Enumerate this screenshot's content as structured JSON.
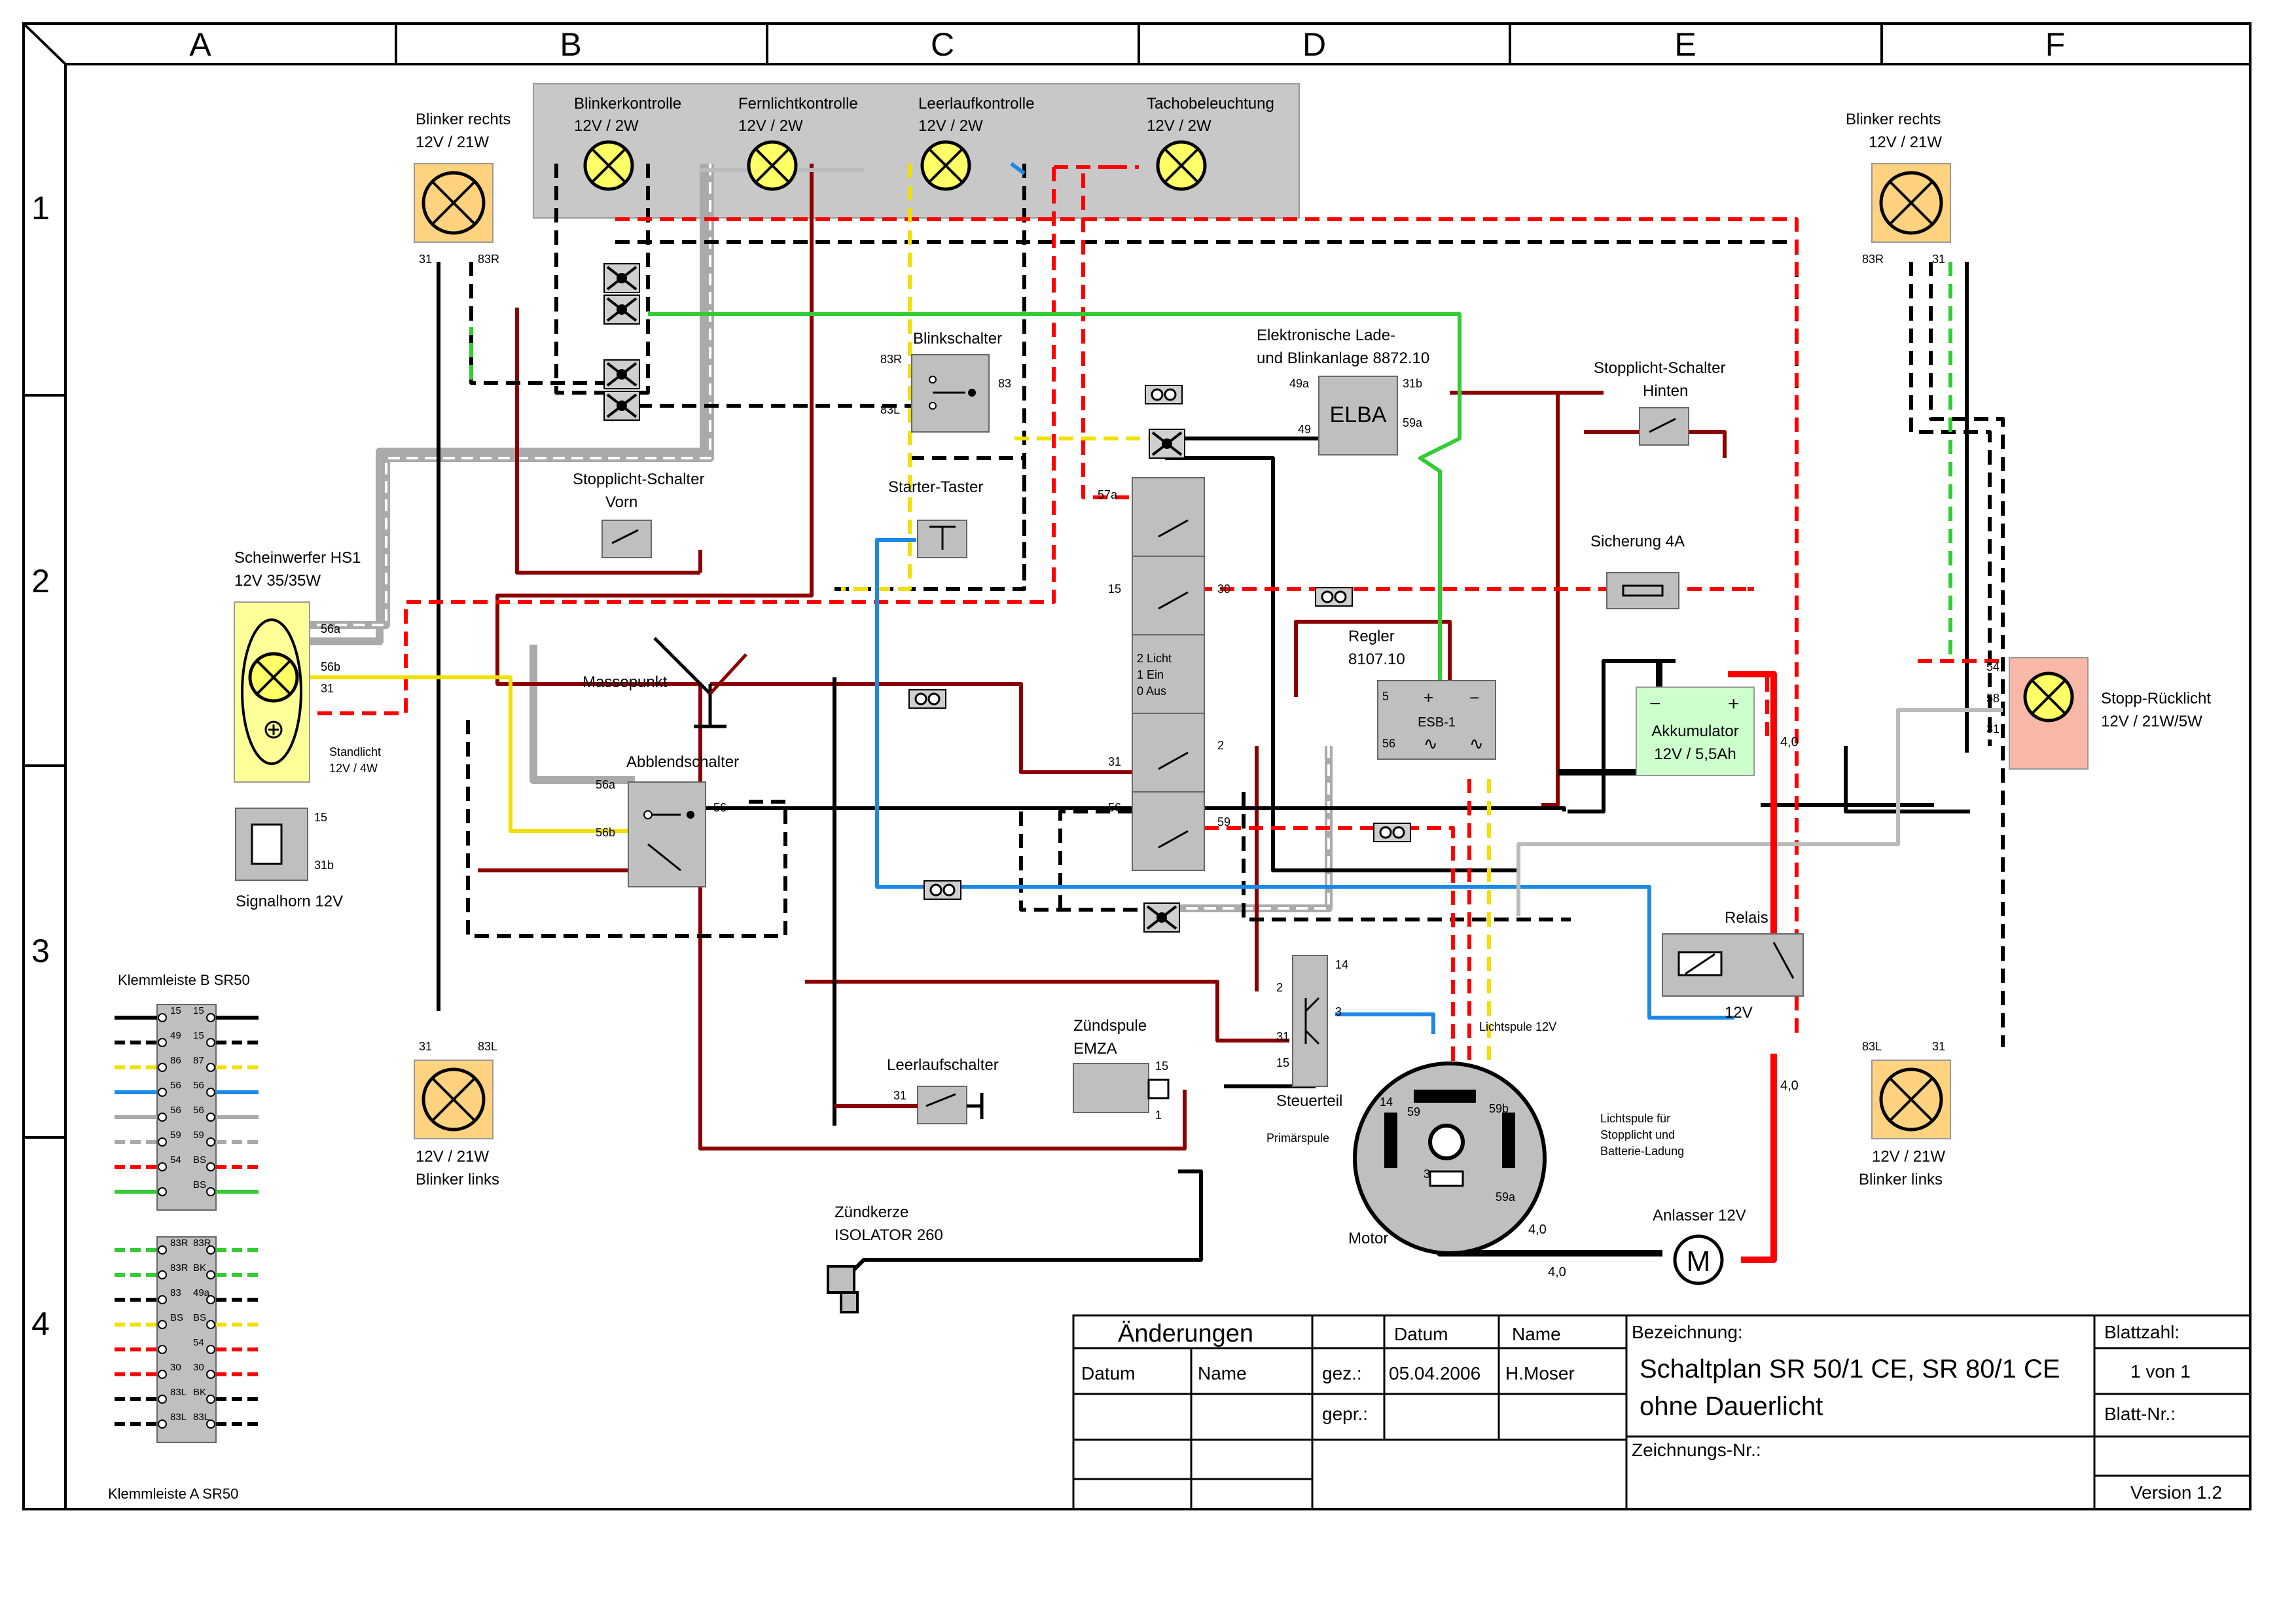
{
  "grid": {
    "columns": [
      "A",
      "B",
      "C",
      "D",
      "E",
      "F"
    ],
    "rows": [
      "1",
      "2",
      "3",
      "4"
    ]
  },
  "top_panel": {
    "blinkerkontrolle": {
      "label": "Blinkerkontrolle",
      "rating": "12V / 2W"
    },
    "fernlichtkontrolle": {
      "label": "Fernlichtkontrolle",
      "rating": "12V / 2W"
    },
    "leerlaufkontrolle": {
      "label": "Leerlaufkontrolle",
      "rating": "12V / 2W"
    },
    "tachobeleuchtung": {
      "label": "Tachobeleuchtung",
      "rating": "12V / 2W"
    }
  },
  "components": {
    "blinker_rechts_left": {
      "label": "Blinker rechts",
      "rating": "12V / 21W",
      "pin_a": "31",
      "pin_b": "83R"
    },
    "blinker_rechts_right": {
      "label": "Blinker rechts",
      "rating": "12V / 21W",
      "pin_a": "83R",
      "pin_b": "31"
    },
    "blinker_links_left": {
      "label": "Blinker links",
      "rating": "12V / 21W",
      "pin_a": "31",
      "pin_b": "83L"
    },
    "blinker_links_right": {
      "label": "Blinker links",
      "rating": "12V / 21W",
      "pin_a": "83L",
      "pin_b": "31"
    },
    "blinkschalter": {
      "label": "Blinkschalter",
      "pin_83r": "83R",
      "pin_83l": "83L",
      "pin_83": "83"
    },
    "elba": {
      "label_1": "Elektronische Lade-",
      "label_2": "und Blinkanlage 8872.10",
      "name": "ELBA",
      "pin_49a": "49a",
      "pin_49": "49",
      "pin_31b": "31b",
      "pin_59a": "59a"
    },
    "stopplicht_hinten": {
      "label_1": "Stopplicht-Schalter",
      "label_2": "Hinten"
    },
    "stopplicht_vorn": {
      "label_1": "Stopplicht-Schalter",
      "label_2": "Vorn"
    },
    "starter_taster": {
      "label": "Starter-Taster"
    },
    "scheinwerfer": {
      "label": "Scheinwerfer HS1",
      "rating": "12V 35/35W",
      "pin_56a": "56a",
      "pin_56b": "56b",
      "pin_31": "31",
      "standlicht_1": "Standlicht",
      "standlicht_2": "12V / 4W"
    },
    "massepunkt": {
      "label": "Massepunkt"
    },
    "abblendschalter": {
      "label": "Abblendschalter",
      "pin_56a": "56a",
      "pin_56b": "56b",
      "pin_56": "56"
    },
    "signalhorn": {
      "label": "Signalhorn 12V",
      "pin_15": "15",
      "pin_31b": "31b"
    },
    "zuendschloss": {
      "pin_57a": "57a",
      "pin_15": "15",
      "pin_30": "30",
      "pin_31": "31",
      "pin_2": "2",
      "pin_56": "56",
      "pin_59": "59",
      "pos_2": "2 Licht",
      "pos_1": "1 Ein",
      "pos_0": "0 Aus"
    },
    "sicherung": {
      "label": "Sicherung 4A"
    },
    "regler": {
      "label": "Regler",
      "type": "8107.10",
      "name": "ESB-1",
      "pin_5": "5",
      "pin_56": "56",
      "plus": "+",
      "minus": "−"
    },
    "akkumulator": {
      "label": "Akkumulator",
      "rating": "12V / 5,5Ah",
      "minus": "−",
      "plus": "+"
    },
    "stopp_ruecklicht": {
      "label": "Stopp-Rücklicht",
      "rating": "12V / 21W/5W",
      "pin_54": "54",
      "pin_58": "58",
      "pin_31": "31"
    },
    "relais": {
      "label": "Relais",
      "rating": "12V"
    },
    "steuerteil": {
      "label": "Steuerteil",
      "pin_14": "14",
      "pin_2": "2",
      "pin_3": "3",
      "pin_31": "31",
      "pin_15": "15"
    },
    "zuendspule": {
      "label": "Zündspule",
      "type": "EMZA",
      "pin_15": "15",
      "pin_1": "1"
    },
    "leerlaufschalter": {
      "label": "Leerlaufschalter",
      "pin_31": "31"
    },
    "zuendkerze": {
      "label": "Zündkerze",
      "type": "ISOLATOR 260"
    },
    "motor": {
      "label": "Motor",
      "primaerspule": "Primärspule",
      "lichtspule": "Lichtspule 12V",
      "lichtspule_note_1": "Lichtspule für",
      "lichtspule_note_2": "Stopplicht und",
      "lichtspule_note_3": "Batterie-Ladung",
      "pin_14": "14",
      "pin_59": "59",
      "pin_59b": "59b",
      "pin_59a": "59a",
      "pin_3": "3"
    },
    "anlasser": {
      "label": "Anlasser 12V",
      "symbol": "M"
    },
    "wire_gauges": {
      "g1": "4,0",
      "g2": "4,0",
      "g3": "4,0",
      "g4": "4,0"
    }
  },
  "klemmleiste_b": {
    "label": "Klemmleiste B SR50",
    "rows": [
      [
        "15",
        "15"
      ],
      [
        "49",
        "15"
      ],
      [
        "86",
        "87"
      ],
      [
        "56",
        "56"
      ],
      [
        "56",
        "56"
      ],
      [
        "59",
        "59"
      ],
      [
        "54",
        "BS"
      ],
      [
        "",
        "BS"
      ]
    ]
  },
  "klemmleiste_a": {
    "label": "Klemmleiste A SR50",
    "rows": [
      [
        "83R",
        "83R"
      ],
      [
        "83R",
        "BK"
      ],
      [
        "83",
        "49a"
      ],
      [
        "BS",
        "BS"
      ],
      [
        "",
        "54"
      ],
      [
        "30",
        "30"
      ],
      [
        "83L",
        "BK"
      ],
      [
        "83L",
        "83L"
      ]
    ]
  },
  "title_block": {
    "aenderungen": "Änderungen",
    "datum_head": "Datum",
    "name_head": "Name",
    "col_datum": "Datum",
    "col_name": "Name",
    "gez": "gez.:",
    "gez_datum": "05.04.2006",
    "gez_name": "H.Moser",
    "gepr": "gepr.:",
    "bezeichnung_label": "Bezeichnung:",
    "bezeichnung_1": "Schaltplan SR 50/1 CE, SR 80/1 CE",
    "bezeichnung_2": "ohne Dauerlicht",
    "zeichnungs_nr": "Zeichnungs-Nr.:",
    "blattzahl_label": "Blattzahl:",
    "blattzahl": "1 von 1",
    "blatt_nr": "Blatt-Nr.:",
    "version": "Version 1.2"
  }
}
